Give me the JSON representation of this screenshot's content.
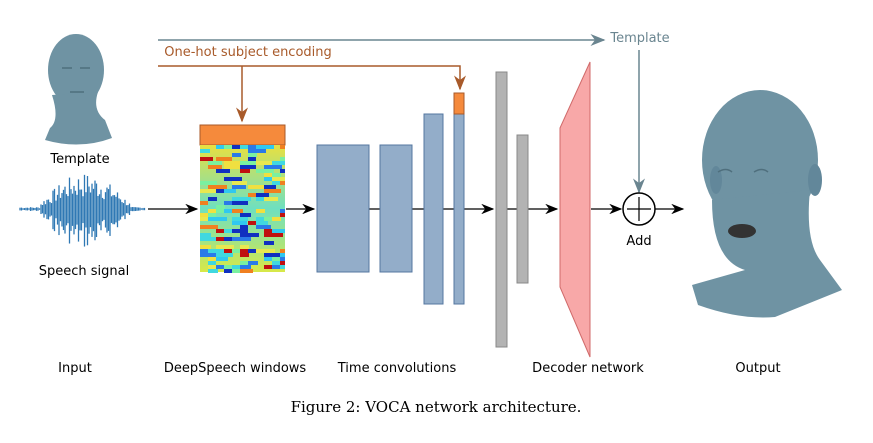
{
  "labels": {
    "template_input": "Template",
    "speech_signal": "Speech signal",
    "one_hot": "One-hot subject encoding",
    "template_skip": "Template",
    "add": "Add"
  },
  "stages": [
    "Input",
    "DeepSpeech windows",
    "Time convolutions",
    "Decoder network",
    "Output"
  ],
  "caption": "Figure 2: VOCA network architecture.",
  "colors": {
    "orange": "#f58a3c",
    "orange_line": "#a85a2a",
    "template_line": "#6a8590",
    "conv_blue": "#93adc9",
    "fc_gray": "#b3b3b3",
    "decoder_pink": "#f8a8a8",
    "wave_blue": "#2f78b4",
    "head": "#6f93a3"
  }
}
